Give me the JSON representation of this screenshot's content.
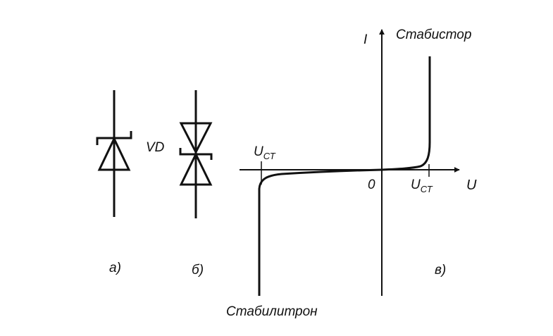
{
  "colors": {
    "ink": "#111111",
    "background": "#ffffff"
  },
  "symbols": {
    "a": {
      "caption": "а)"
    },
    "b": {
      "caption": "б)",
      "designator": "VD"
    }
  },
  "graph": {
    "caption": "в)",
    "axis_y_label": "I",
    "axis_x_label": "U",
    "origin_label": "0",
    "threshold_main": "U",
    "threshold_sub": "СТ",
    "curve_top_label": "Стабистор",
    "curve_bottom_label": "Стабилитрон"
  }
}
